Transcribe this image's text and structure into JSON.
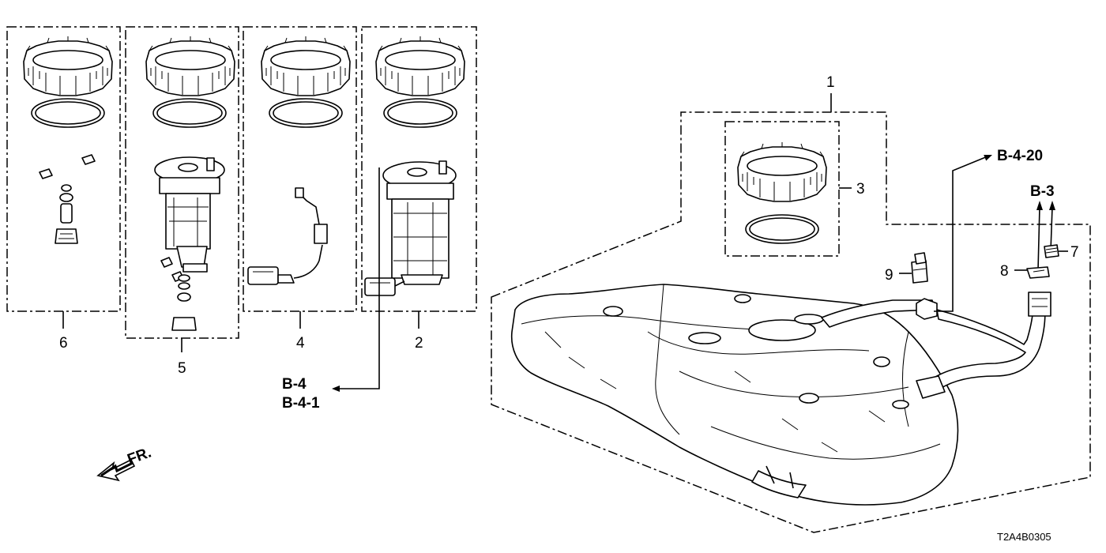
{
  "diagram": {
    "callouts": {
      "p1": "1",
      "p2": "2",
      "p3": "3",
      "p4": "4",
      "p5": "5",
      "p6": "6",
      "p7": "7",
      "p8": "8",
      "p9": "9"
    },
    "refs": {
      "b4": "B-4",
      "b41": "B-4-1",
      "b420": "B-4-20",
      "b3": "B-3"
    },
    "direction": "FR.",
    "diagram_code": "T2A4B0305"
  }
}
